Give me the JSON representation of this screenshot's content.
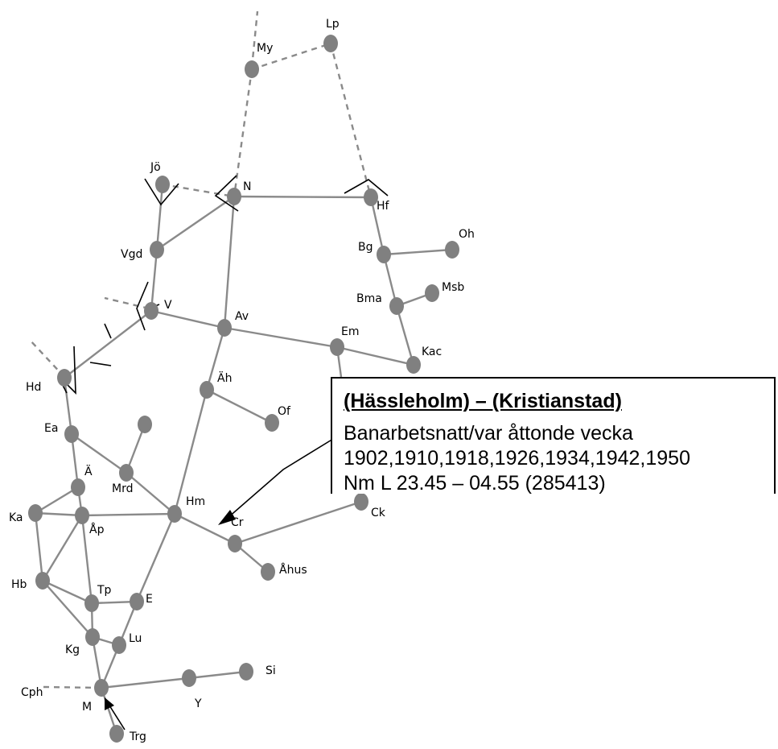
{
  "nodes": [
    {
      "id": "My",
      "label": "My"
    },
    {
      "id": "Lp",
      "label": "Lp"
    },
    {
      "id": "Jo",
      "label": "Jö"
    },
    {
      "id": "N",
      "label": "N"
    },
    {
      "id": "Hf",
      "label": "Hf"
    },
    {
      "id": "Bg",
      "label": "Bg"
    },
    {
      "id": "Oh",
      "label": "Oh"
    },
    {
      "id": "Vgd",
      "label": "Vgd"
    },
    {
      "id": "Bma",
      "label": "Bma"
    },
    {
      "id": "Msb",
      "label": "Msb"
    },
    {
      "id": "V",
      "label": "V"
    },
    {
      "id": "Av",
      "label": "Av"
    },
    {
      "id": "Em",
      "label": "Em"
    },
    {
      "id": "Kac",
      "label": "Kac"
    },
    {
      "id": "Hd",
      "label": "Hd"
    },
    {
      "id": "Ah",
      "label": "Äh"
    },
    {
      "id": "Of",
      "label": "Of"
    },
    {
      "id": "Ea",
      "label": "Ea"
    },
    {
      "id": "Mrd2",
      "label": ""
    },
    {
      "id": "A",
      "label": "Ä"
    },
    {
      "id": "Mrd",
      "label": "Mrd"
    },
    {
      "id": "Ka",
      "label": "Ka"
    },
    {
      "id": "Ap",
      "label": "Åp"
    },
    {
      "id": "Hm",
      "label": "Hm"
    },
    {
      "id": "Ck",
      "label": "Ck"
    },
    {
      "id": "Cr",
      "label": "Cr"
    },
    {
      "id": "Ahus",
      "label": "Åhus"
    },
    {
      "id": "Hb",
      "label": "Hb"
    },
    {
      "id": "Tp",
      "label": "Tp"
    },
    {
      "id": "E",
      "label": "E"
    },
    {
      "id": "Kg",
      "label": "Kg"
    },
    {
      "id": "Lu",
      "label": "Lu"
    },
    {
      "id": "M",
      "label": "M"
    },
    {
      "id": "Cph",
      "label": "Cph"
    },
    {
      "id": "Y",
      "label": "Y"
    },
    {
      "id": "Si",
      "label": "Si"
    },
    {
      "id": "Trg",
      "label": "Trg"
    }
  ],
  "edges": [
    [
      "My",
      "Lp",
      "dashed"
    ],
    [
      "My",
      "N",
      "dashed"
    ],
    [
      "Lp",
      "Hf",
      "dashed"
    ],
    [
      "Jo",
      "N",
      "dashed"
    ],
    [
      "Jo",
      "Vgd",
      "solid"
    ],
    [
      "Vgd",
      "N",
      "solid"
    ],
    [
      "N",
      "Hf",
      "solid"
    ],
    [
      "N",
      "Av",
      "solid"
    ],
    [
      "Hf",
      "Bg",
      "solid"
    ],
    [
      "Bg",
      "Oh",
      "solid"
    ],
    [
      "Bg",
      "Bma",
      "solid"
    ],
    [
      "Bma",
      "Msb",
      "solid"
    ],
    [
      "Bma",
      "Kac",
      "solid"
    ],
    [
      "Vgd",
      "V",
      "solid"
    ],
    [
      "V",
      "Av",
      "solid"
    ],
    [
      "Av",
      "Em",
      "solid"
    ],
    [
      "Em",
      "Kac",
      "solid"
    ],
    [
      "V",
      "Hd",
      "solid"
    ],
    [
      "Av",
      "Ah",
      "solid"
    ],
    [
      "Ah",
      "Of",
      "solid"
    ],
    [
      "Ah",
      "Hm",
      "solid"
    ],
    [
      "Hd",
      "Ea",
      "solid"
    ],
    [
      "Ea",
      "A",
      "solid"
    ],
    [
      "Ea",
      "Mrd",
      "solid"
    ],
    [
      "Mrd",
      "Mrd2",
      "solid"
    ],
    [
      "Mrd",
      "Hm",
      "solid"
    ],
    [
      "A",
      "Ka",
      "solid"
    ],
    [
      "A",
      "Ap",
      "solid"
    ],
    [
      "Ka",
      "Ap",
      "solid"
    ],
    [
      "Ap",
      "Hm",
      "solid"
    ],
    [
      "Ka",
      "Hb",
      "solid"
    ],
    [
      "Ap",
      "Hb",
      "solid"
    ],
    [
      "Ap",
      "Tp",
      "solid"
    ],
    [
      "Hb",
      "Tp",
      "solid"
    ],
    [
      "Hb",
      "Kg",
      "solid"
    ],
    [
      "Tp",
      "E",
      "solid"
    ],
    [
      "Tp",
      "Kg",
      "solid"
    ],
    [
      "Hm",
      "E",
      "solid"
    ],
    [
      "Hm",
      "Cr",
      "solid"
    ],
    [
      "Cr",
      "Ck",
      "solid"
    ],
    [
      "Cr",
      "Ahus",
      "solid"
    ],
    [
      "E",
      "Lu",
      "solid"
    ],
    [
      "Kg",
      "Lu",
      "solid"
    ],
    [
      "Kg",
      "M",
      "solid"
    ],
    [
      "Lu",
      "M",
      "solid"
    ],
    [
      "M",
      "Y",
      "solid"
    ],
    [
      "Y",
      "Si",
      "solid"
    ],
    [
      "M",
      "Cph",
      "dashed"
    ],
    [
      "M",
      "Trg",
      "solid"
    ],
    [
      "Em",
      "Box",
      "solid"
    ]
  ],
  "info_box": {
    "title": "(Hässleholm) – (Kristianstad)",
    "line1": "Banarbetsnatt/var åttonde vecka",
    "line2": "1902,1910,1918,1926,1934,1942,1950",
    "line3": "Nm L  23.45 – 04.55  (285413)"
  }
}
